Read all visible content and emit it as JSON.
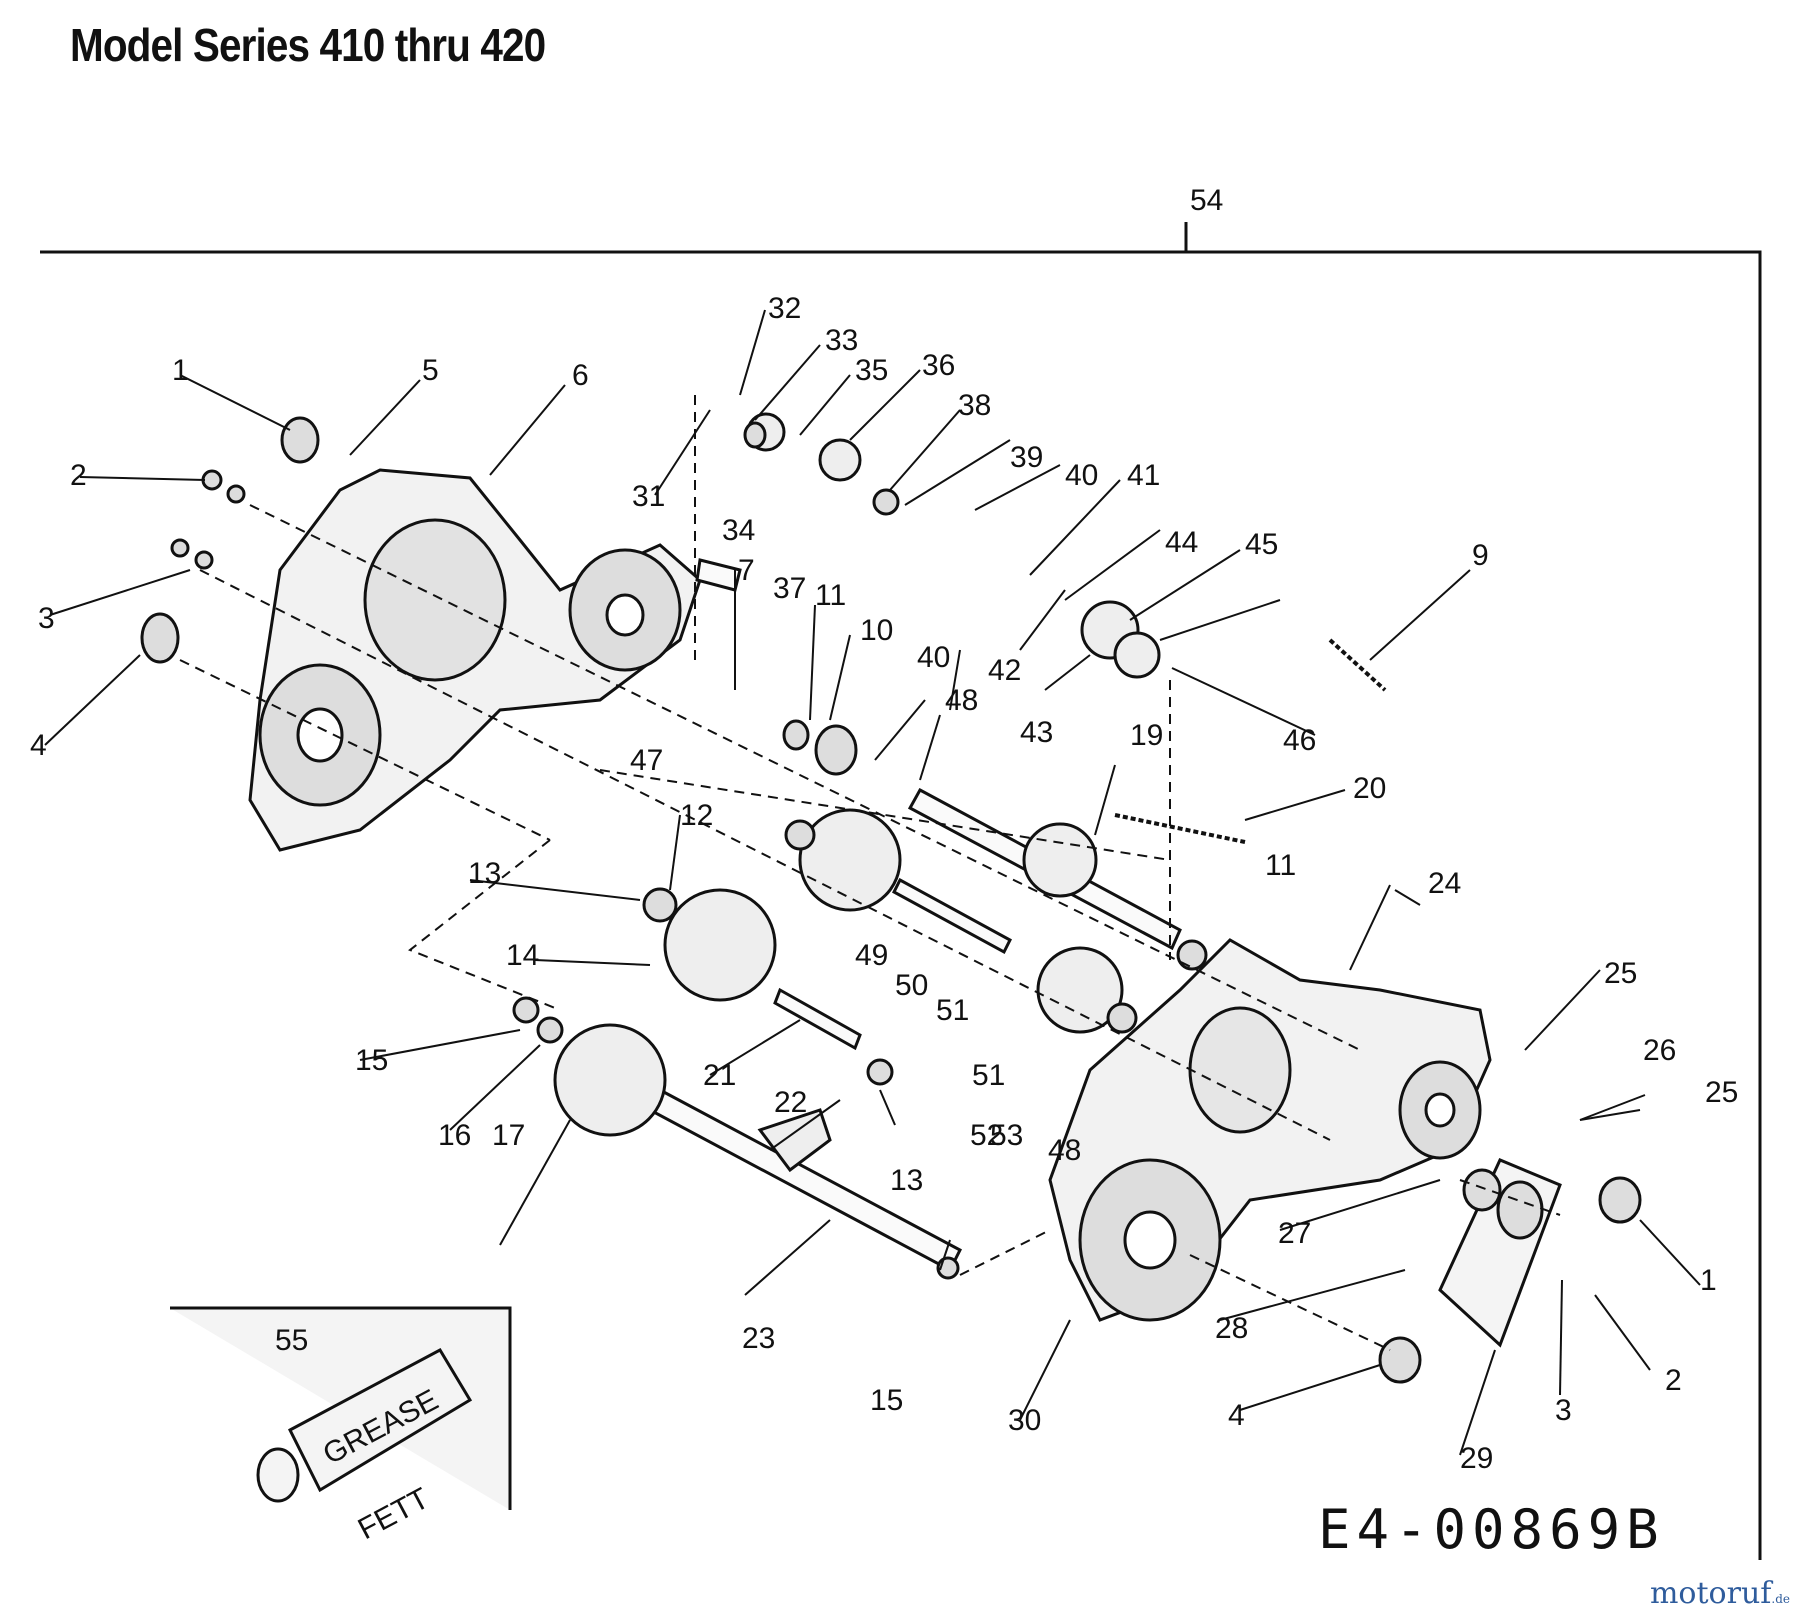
{
  "title": "Model Series 410 thru 420",
  "drawing_code": "E4-00869B",
  "brand": {
    "name": "motoruf",
    "suffix": ".de"
  },
  "grease_tube": {
    "label_top": "GREASE",
    "label_bottom": "FETT"
  },
  "callouts": [
    "1",
    "1",
    "2",
    "2",
    "3",
    "3",
    "4",
    "4",
    "5",
    "6",
    "7",
    "9",
    "10",
    "11",
    "11",
    "12",
    "13",
    "13",
    "14",
    "15",
    "15",
    "16",
    "17",
    "19",
    "20",
    "21",
    "22",
    "23",
    "24",
    "25",
    "25",
    "26",
    "27",
    "28",
    "29",
    "30",
    "31",
    "32",
    "33",
    "34",
    "35",
    "36",
    "37",
    "38",
    "39",
    "40",
    "40",
    "41",
    "42",
    "43",
    "44",
    "45",
    "46",
    "47",
    "48",
    "48",
    "49",
    "50",
    "51",
    "51",
    "52",
    "53",
    "54",
    "55"
  ]
}
